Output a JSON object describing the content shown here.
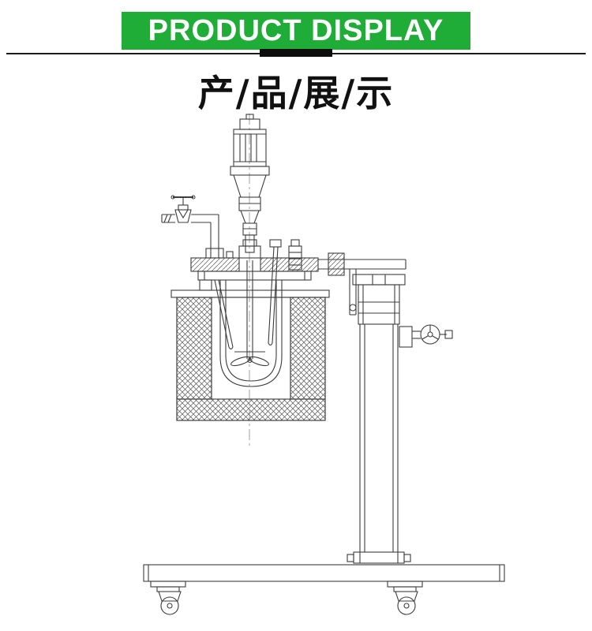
{
  "header": {
    "banner_title": "PRODUCT DISPLAY",
    "banner_color": "#1fad38",
    "banner_text_color": "#ffffff",
    "subtitle_cn": "产/品/展/示",
    "divider_color": "#1a1a1a"
  },
  "diagram": {
    "description": "technical line drawing of a lab stirred reactor on a mobile lifting stand",
    "line_color": "#3c3c3c",
    "parts": [
      "stirrer-motor",
      "coupling",
      "feed-valve",
      "inlet-pipe",
      "reactor-lid-flange",
      "stirrer-shaft",
      "impeller",
      "thermowell",
      "glass-vessel",
      "heating-jacket",
      "support-arm",
      "lifting-column",
      "clamp-handwheel",
      "base-plate",
      "casters"
    ]
  }
}
